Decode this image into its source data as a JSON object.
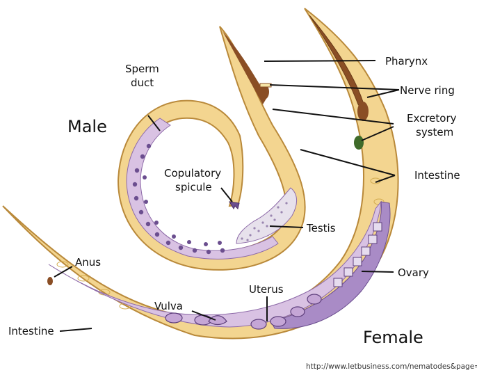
{
  "labels": {
    "male": "Male",
    "female": "Female",
    "sperm_duct_1": "Sperm",
    "sperm_duct_2": "duct",
    "copulatory_1": "Copulatory",
    "copulatory_2": "spicule",
    "pharynx": "Pharynx",
    "nerve_ring": "Nerve ring",
    "excretory_1": "Excretory",
    "excretory_2": "system",
    "intestine_right": "Intestine",
    "testis": "Testis",
    "ovary": "Ovary",
    "anus": "Anus",
    "vulva": "Vulva",
    "uterus": "Uterus",
    "intestine_left": "Intestine"
  },
  "source_url": "http://www.letbusiness.com/nematodes&page=",
  "colors": {
    "body_fill": "#f3d590",
    "body_outline": "#b9893a",
    "organ_fill": "#d9c2e3",
    "ovary_fill": "#a98bc6",
    "cell_dots": "#6b4e8f",
    "pharynx": "#8a4e25",
    "leader_line": "#111111"
  }
}
